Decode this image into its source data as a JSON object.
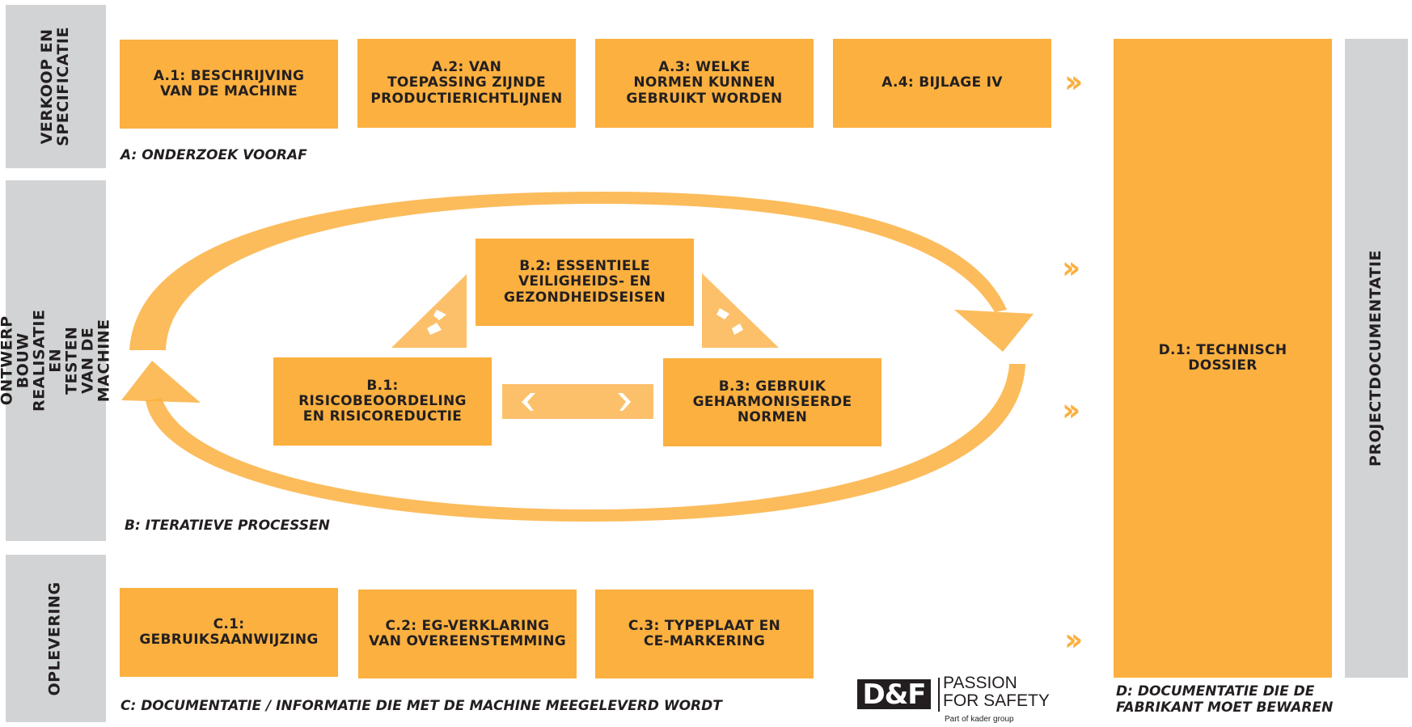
{
  "colors": {
    "accent": "#fbb040",
    "accent_light": "#fcc06a",
    "sidebar": "#d1d3d4",
    "text": "#231f20"
  },
  "sidebars": {
    "left_a": "VERKOOP EN\nSPECIFICATIE",
    "left_b": "ONTWERP BOUW REALISATIE EN\nTESTEN VAN DE MACHINE",
    "left_c": "OPLEVERING",
    "right_d": "PROJECTDOCUMENTATIE"
  },
  "section_a": {
    "caption": "A: ONDERZOEK VOORAF",
    "boxes": [
      "A.1: BESCHRIJVING\nVAN DE MACHINE",
      "A.2: VAN\nTOEPASSING ZIJNDE\nPRODUCTIERICHTLIJNEN",
      "A.3: WELKE\nNORMEN KUNNEN\nGEBRUIKT WORDEN",
      "A.4: BIJLAGE IV"
    ]
  },
  "section_b": {
    "caption": "B: ITERATIEVE PROCESSEN",
    "boxes": [
      "B.1:\nRISICOBEOORDELING\nEN RISICOREDUCTIE",
      "B.2: ESSENTIELE\nVEILIGHEIDS- EN\nGEZONDHEIDSEISEN",
      "B.3: GEBRUIK\nGEHARMONISEERDE\nNORMEN"
    ]
  },
  "section_c": {
    "caption": "C: DOCUMENTATIE / INFORMATIE DIE MET DE MACHINE MEEGELEVERD WORDT",
    "boxes": [
      "C.1:\nGEBRUIKSAANWIJZING",
      "C.2: EG-VERKLARING\nVAN OVEREENSTEMMING",
      "C.3: TYPEPLAAT EN\nCE-MARKERING"
    ]
  },
  "section_d": {
    "caption": "D: DOCUMENTATIE DIE DE\nFABRIKANT MOET BEWAREN",
    "box": "D.1: TECHNISCH\nDOSSIER"
  },
  "flow_arrow_glyph": "››",
  "logo": {
    "badge": "D&F",
    "tagline": "PASSION\nFOR SAFETY",
    "subline": "Part of kader group"
  }
}
